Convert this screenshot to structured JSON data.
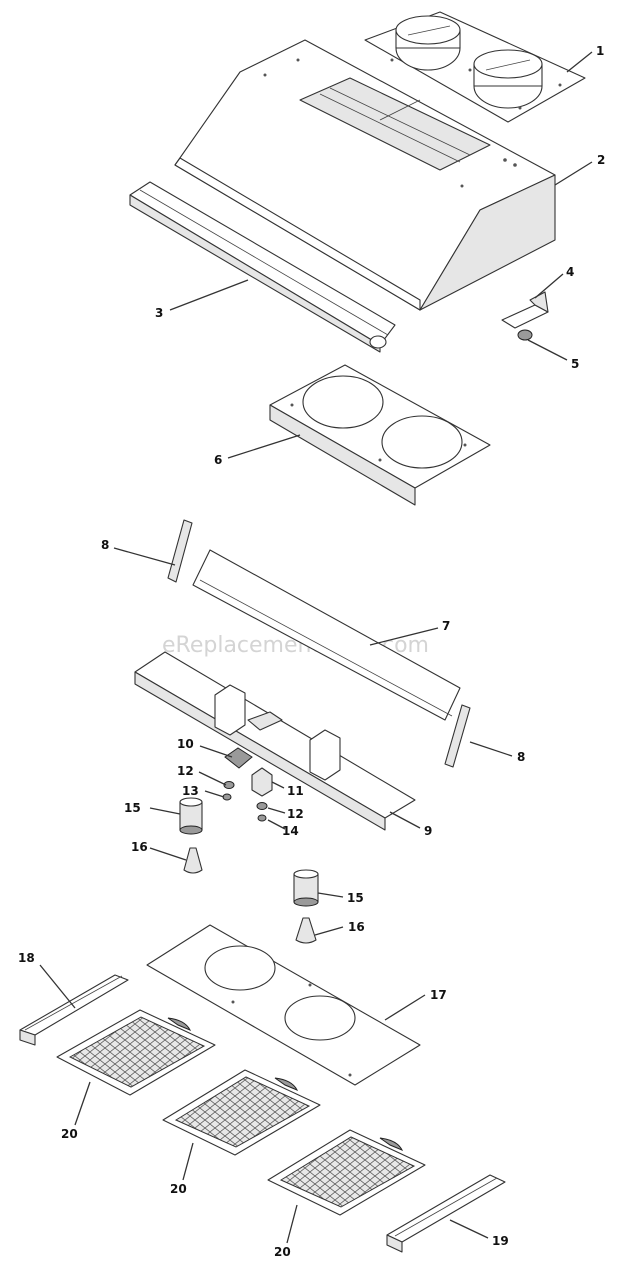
{
  "watermark": "eReplacementParts.com",
  "callouts": {
    "c1": "1",
    "c2": "2",
    "c3": "3",
    "c4": "4",
    "c5": "5",
    "c6": "6",
    "c7": "7",
    "c8a": "8",
    "c8b": "8",
    "c9": "9",
    "c10": "10",
    "c11": "11",
    "c12a": "12",
    "c12b": "12",
    "c13": "13",
    "c14": "14",
    "c15a": "15",
    "c15b": "15",
    "c16a": "16",
    "c16b": "16",
    "c17": "17",
    "c18": "18",
    "c19": "19",
    "c20a": "20",
    "c20b": "20",
    "c20c": "20"
  }
}
